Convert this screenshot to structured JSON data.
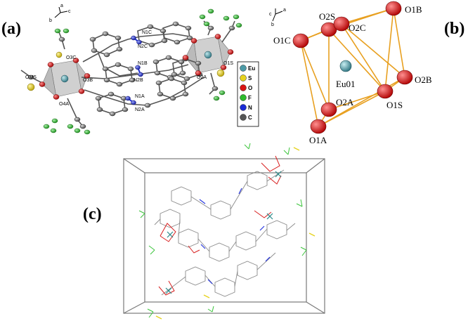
{
  "panels": {
    "a": "(a)",
    "b": "(b)",
    "c": "(c)"
  },
  "panel_a": {
    "axes": {
      "a": "a",
      "b": "b",
      "c": "c"
    },
    "labels": {
      "n1c": "N1C",
      "n2c": "N2C",
      "n1b": "N1B",
      "n2b": "N2B",
      "n1a": "N1A",
      "n2a": "N2A",
      "o3c": "O3C",
      "o3b": "O3B",
      "o4a": "O4A",
      "oms": "OMS",
      "o1s": "O1S",
      "o2a": "O2A"
    },
    "legend": [
      "Eu",
      "S",
      "O",
      "F",
      "N",
      "C"
    ],
    "legend_colors": [
      "#4c9aa6",
      "#e6d21e",
      "#d81414",
      "#2dbb2d",
      "#1a2bd6",
      "#555555"
    ]
  },
  "panel_b": {
    "axes": {
      "a": "a",
      "b": "b",
      "c": "c"
    },
    "atoms": [
      "O2S",
      "O1B",
      "O1C",
      "O2C",
      "Eu01",
      "O2B",
      "O2A",
      "O1S",
      "O1A"
    ]
  },
  "colors": {
    "oxygen": "#d81414",
    "europium": "#4c9aa6",
    "bond": "#e8a020",
    "cell": "#7a7a7a"
  }
}
